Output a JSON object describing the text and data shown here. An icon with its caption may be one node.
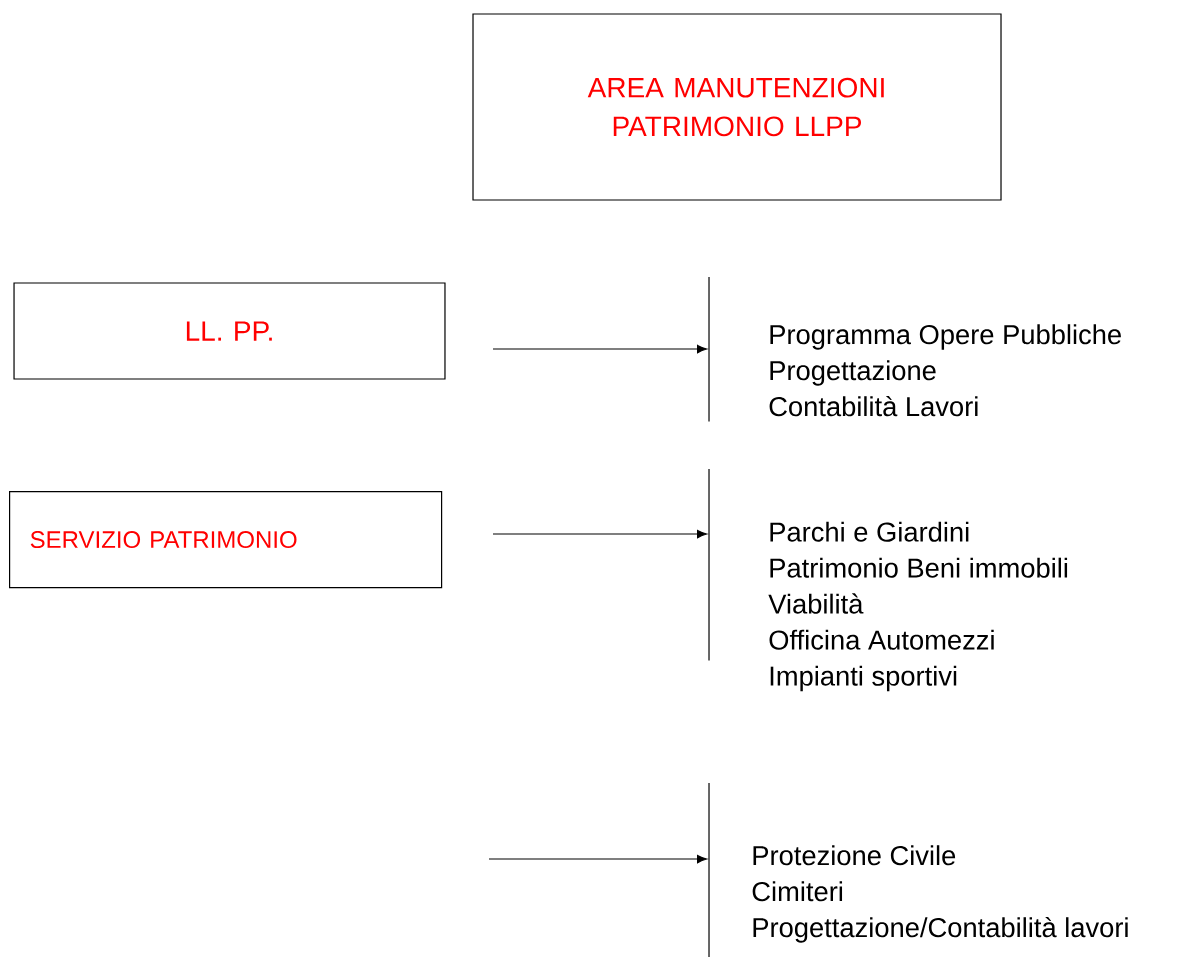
{
  "diagram": {
    "nodes": [
      {
        "text": [
          "AREA MANUTENZIONI PATRIMONIO LLPP"
        ]
      },
      {
        "text": [
          "LL. PP."
        ]
      },
      {
        "text": [
          "SERVIZIO PATRIMONIO"
        ]
      },
      {
        "text": [
          "Programma Opere Pubbliche",
          "Progettazione",
          "Contabilità Lavori"
        ]
      },
      {
        "text": [
          "Parchi e Giardini",
          "Patrimonio Beni immobili",
          "Viabilità",
          "Officina Automezzi",
          "Impianti sportivi"
        ]
      },
      {
        "text": [
          "Protezione Civile",
          "Cimiteri",
          "Progettazione/Contabilità lavori"
        ]
      }
    ],
    "edges": [
      {
        "from": null,
        "to": 3,
        "arrow": "to"
      },
      {
        "from": null,
        "to": 4,
        "arrow": "to"
      },
      {
        "from": null,
        "to": 5,
        "arrow": "to"
      }
    ]
  }
}
